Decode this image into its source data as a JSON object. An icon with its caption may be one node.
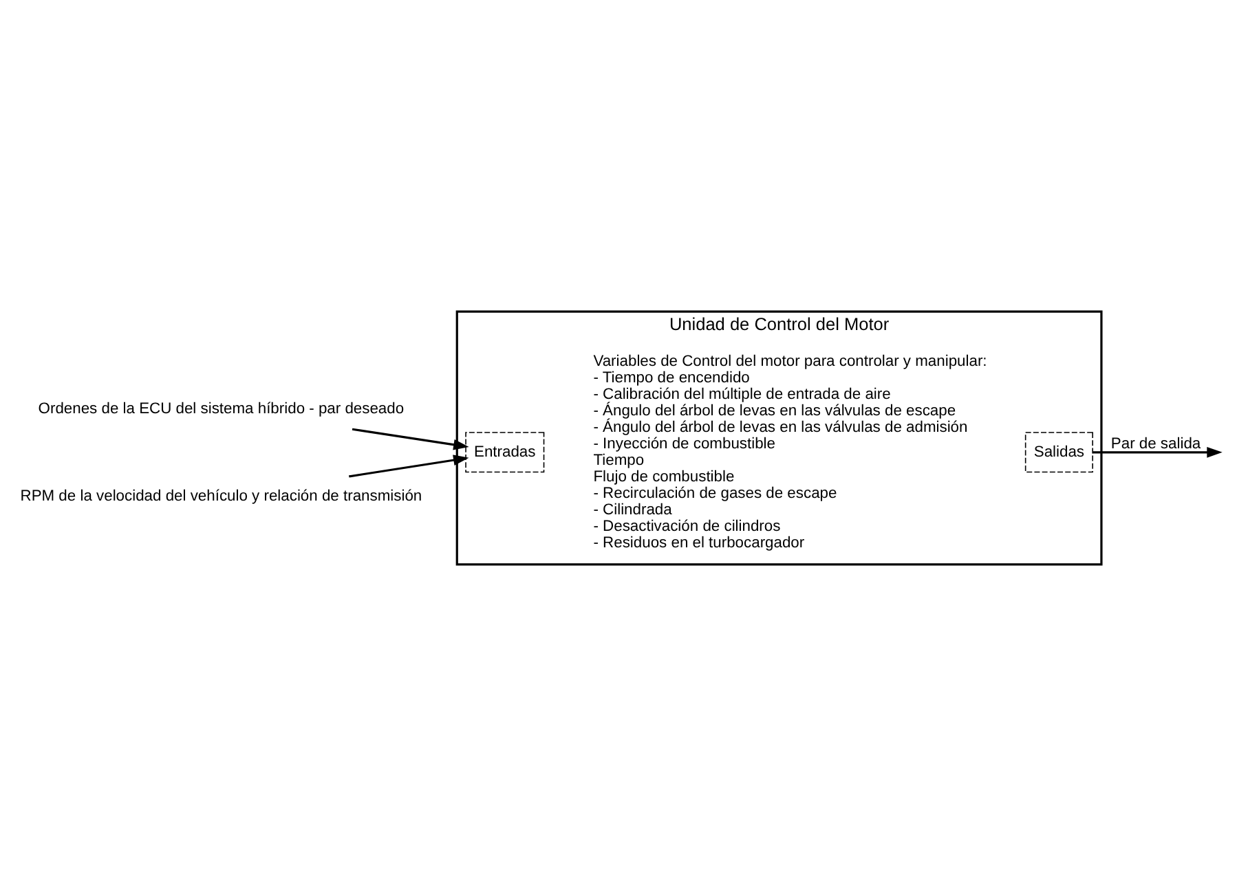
{
  "diagram": {
    "nodes": [
      {
        "text": [
          "Unidad de Control del Motor"
        ]
      },
      {
        "text": [
          "Entradas"
        ],
        "in": 0
      },
      {
        "text": [
          "Variables de Control del motor para controlar y manipular:",
          "- Tiempo de encendido",
          "- Calibración del múltiple de entrada de aire",
          "- Ángulo del árbol de levas en las válvulas de escape",
          "- Ángulo del árbol de levas en las válvulas de admisión",
          "- Inyección de combustible",
          "Tiempo",
          "Flujo de combustible",
          "- Recirculación de gases de escape",
          "- Cilindrada",
          "- Desactivación de cilindros",
          "- Residuos en el turbocargador"
        ],
        "in": 0
      },
      {
        "text": [
          "Salidas"
        ],
        "in": 0
      },
      {
        "text": [
          "Ordenes de la ECU del sistema híbrido - par deseado"
        ]
      },
      {
        "text": [
          "RPM de la velocidad del vehículo y relación de transmisión"
        ]
      }
    ],
    "edges": [
      {
        "from": 4,
        "to": 1,
        "arrow": "to"
      },
      {
        "from": 5,
        "to": 1,
        "arrow": "to"
      },
      {
        "from": 3,
        "to": null,
        "arrow": "to",
        "label": "Par de salida"
      }
    ]
  }
}
